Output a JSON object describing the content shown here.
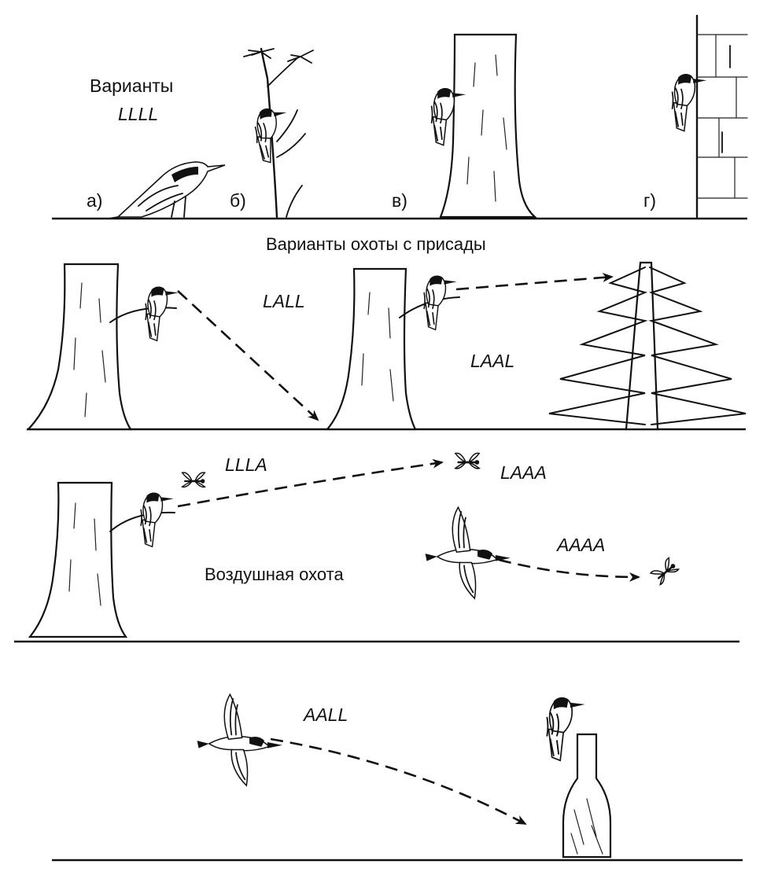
{
  "top": {
    "heading_line1": "Варианты",
    "heading_line2": "LLLL",
    "panels": [
      "а)",
      "б)",
      "в)",
      "г)"
    ]
  },
  "perch": {
    "title": "Варианты охоты с присады",
    "codes": [
      "LALL",
      "LAAL"
    ]
  },
  "air": {
    "title": "Воздушная охота",
    "codes": [
      "LLLA",
      "LAAA",
      "AAAA"
    ]
  },
  "bottom": {
    "codes": [
      "AALL"
    ]
  }
}
